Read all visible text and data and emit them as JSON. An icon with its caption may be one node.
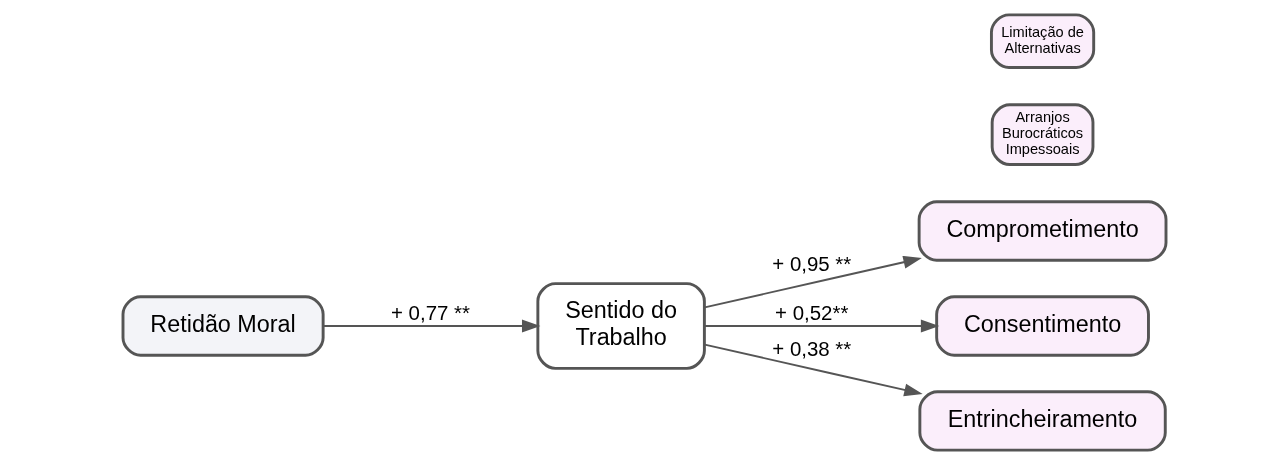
{
  "diagram": {
    "nodes": [
      {
        "text": [
          "Retidão Moral"
        ]
      },
      {
        "text": [
          "Sentido do Trabalho"
        ]
      },
      {
        "text": [
          "Comprometimento"
        ]
      },
      {
        "text": [
          "Consentimento"
        ]
      },
      {
        "text": [
          "Entrincheiramento"
        ]
      },
      {
        "text": [
          "Arranjos Burocráticos Impessoais"
        ]
      },
      {
        "text": [
          "Limitação de Alternativas"
        ]
      }
    ],
    "edges": [
      {
        "from": 0,
        "to": 1,
        "arrow": "to",
        "label": "+ 0,77 **"
      },
      {
        "from": 1,
        "to": 2,
        "arrow": "to",
        "label": "+ 0,95 **"
      },
      {
        "from": 1,
        "to": 3,
        "arrow": "to",
        "label": "+ 0,52**"
      },
      {
        "from": 1,
        "to": 4,
        "arrow": "to",
        "label": "+ 0,38 **"
      }
    ]
  }
}
